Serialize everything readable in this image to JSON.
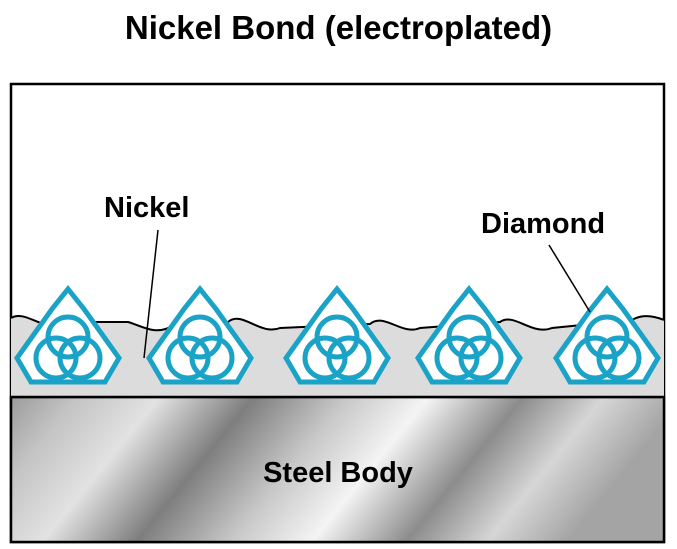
{
  "title": "Nickel Bond (electroplated)",
  "labels": {
    "nickel": "Nickel",
    "diamond": "Diamond",
    "steel_body": "Steel Body"
  },
  "colors": {
    "diamond": "#1aa3c6",
    "nickel_fill": "#dcdcdc",
    "outline": "#000000",
    "steel_dark": "#8a8a8a",
    "steel_light": "#f2f2f2"
  },
  "diamond_count": 5
}
